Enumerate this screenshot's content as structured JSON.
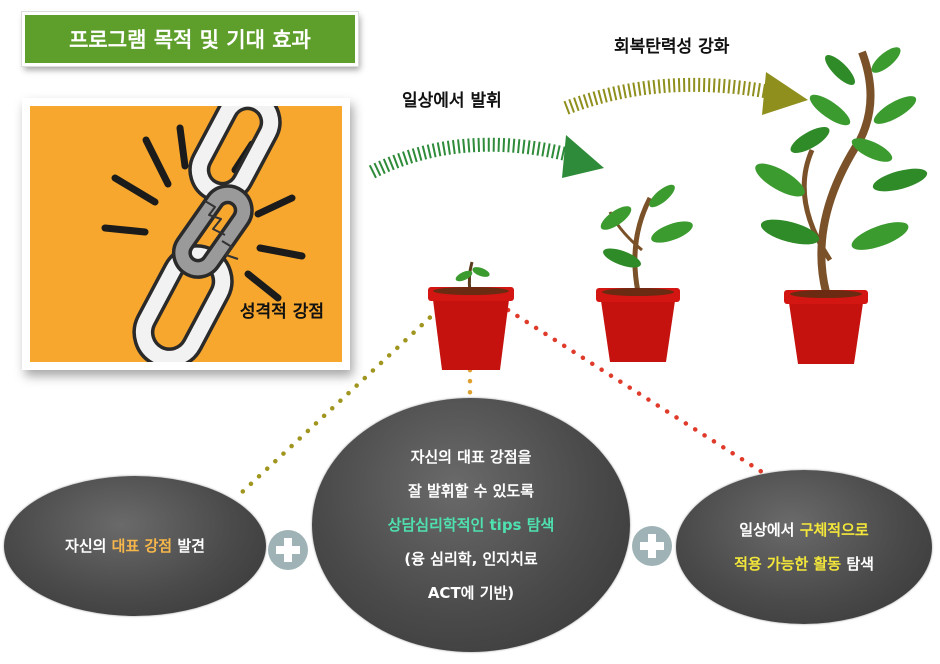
{
  "title": "프로그램 목적 및 기대 효과",
  "strength_label": "성격적 강점",
  "arrow_labels": {
    "daily": "일상에서 발휘",
    "resilience": "회복탄력성 강화"
  },
  "bubbles": {
    "left": {
      "prefix": "자신의 ",
      "highlight": "대표 강점",
      "suffix": " 발견"
    },
    "center": {
      "line1": "자신의 대표 강점을",
      "line2": "잘 발휘할 수 있도록",
      "line3": "상담심리학적인 tips 탐색",
      "line4": "(융 심리학, 인지치료",
      "line5": "ACT에 기반)"
    },
    "right": {
      "line1_prefix": "일상에서 ",
      "line1_highlight": "구체적으로",
      "line2_highlight": "적용 가능한 활동",
      "line2_suffix": " 탐색"
    }
  },
  "icons": {
    "chain": "breaking-chain-icon",
    "plant_small": "seedling-icon",
    "plant_medium": "young-plant-icon",
    "plant_large": "grown-plant-icon",
    "plus": "plus-icon"
  },
  "colors": {
    "banner_green": "#5e9e2b",
    "photo_orange": "#f8a72e",
    "arrow_green": "#2e8b3a",
    "arrow_olive": "#8f8f1e",
    "pot_red": "#c5120f",
    "bubble_gray": "#4a4a4a",
    "highlight_orange": "#f7b64a",
    "highlight_green": "#4fe0b0",
    "highlight_yellow": "#f3e63a"
  }
}
